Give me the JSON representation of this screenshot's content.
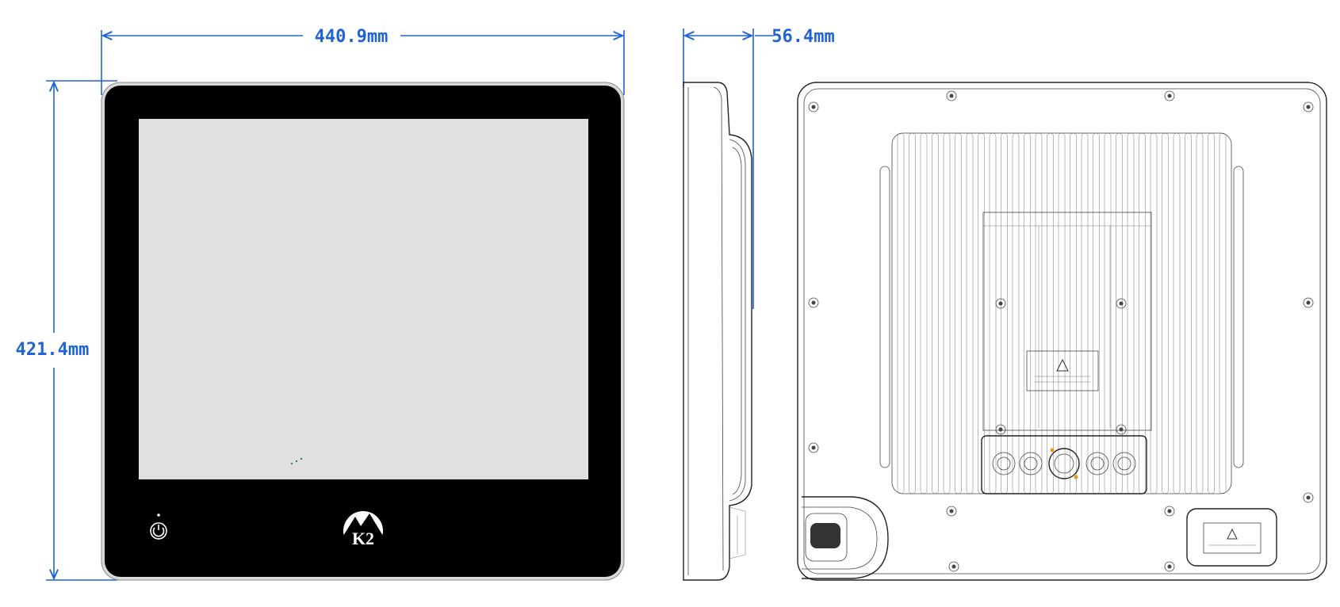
{
  "dimensions": {
    "width_label": "440.9mm",
    "height_label": "421.4mm",
    "depth_label": "56.4mm"
  },
  "front_view": {
    "logo_text": "K2",
    "power_icon": "power-icon"
  },
  "colors": {
    "dimension": "#1f63d6",
    "bezel": "#000000",
    "screen": "#e0e0e0"
  }
}
